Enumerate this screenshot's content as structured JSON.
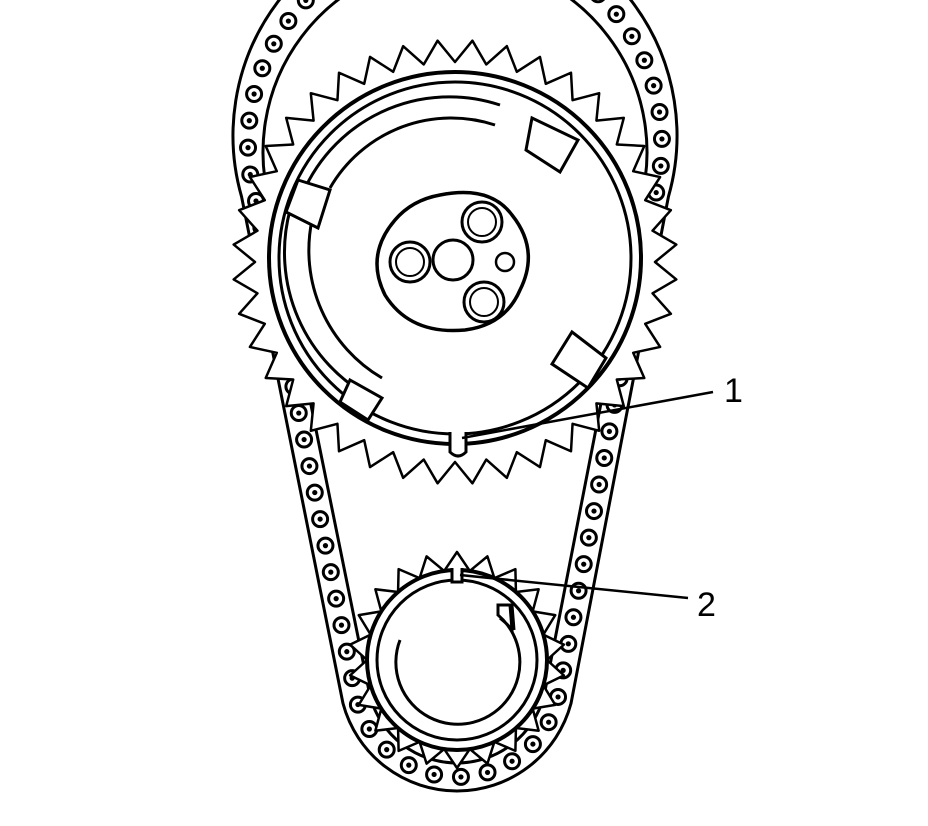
{
  "colors": {
    "ink": "#000000",
    "paper": "#ffffff"
  },
  "callouts": [
    {
      "id": "1",
      "label": "1"
    },
    {
      "id": "2",
      "label": "2"
    }
  ]
}
